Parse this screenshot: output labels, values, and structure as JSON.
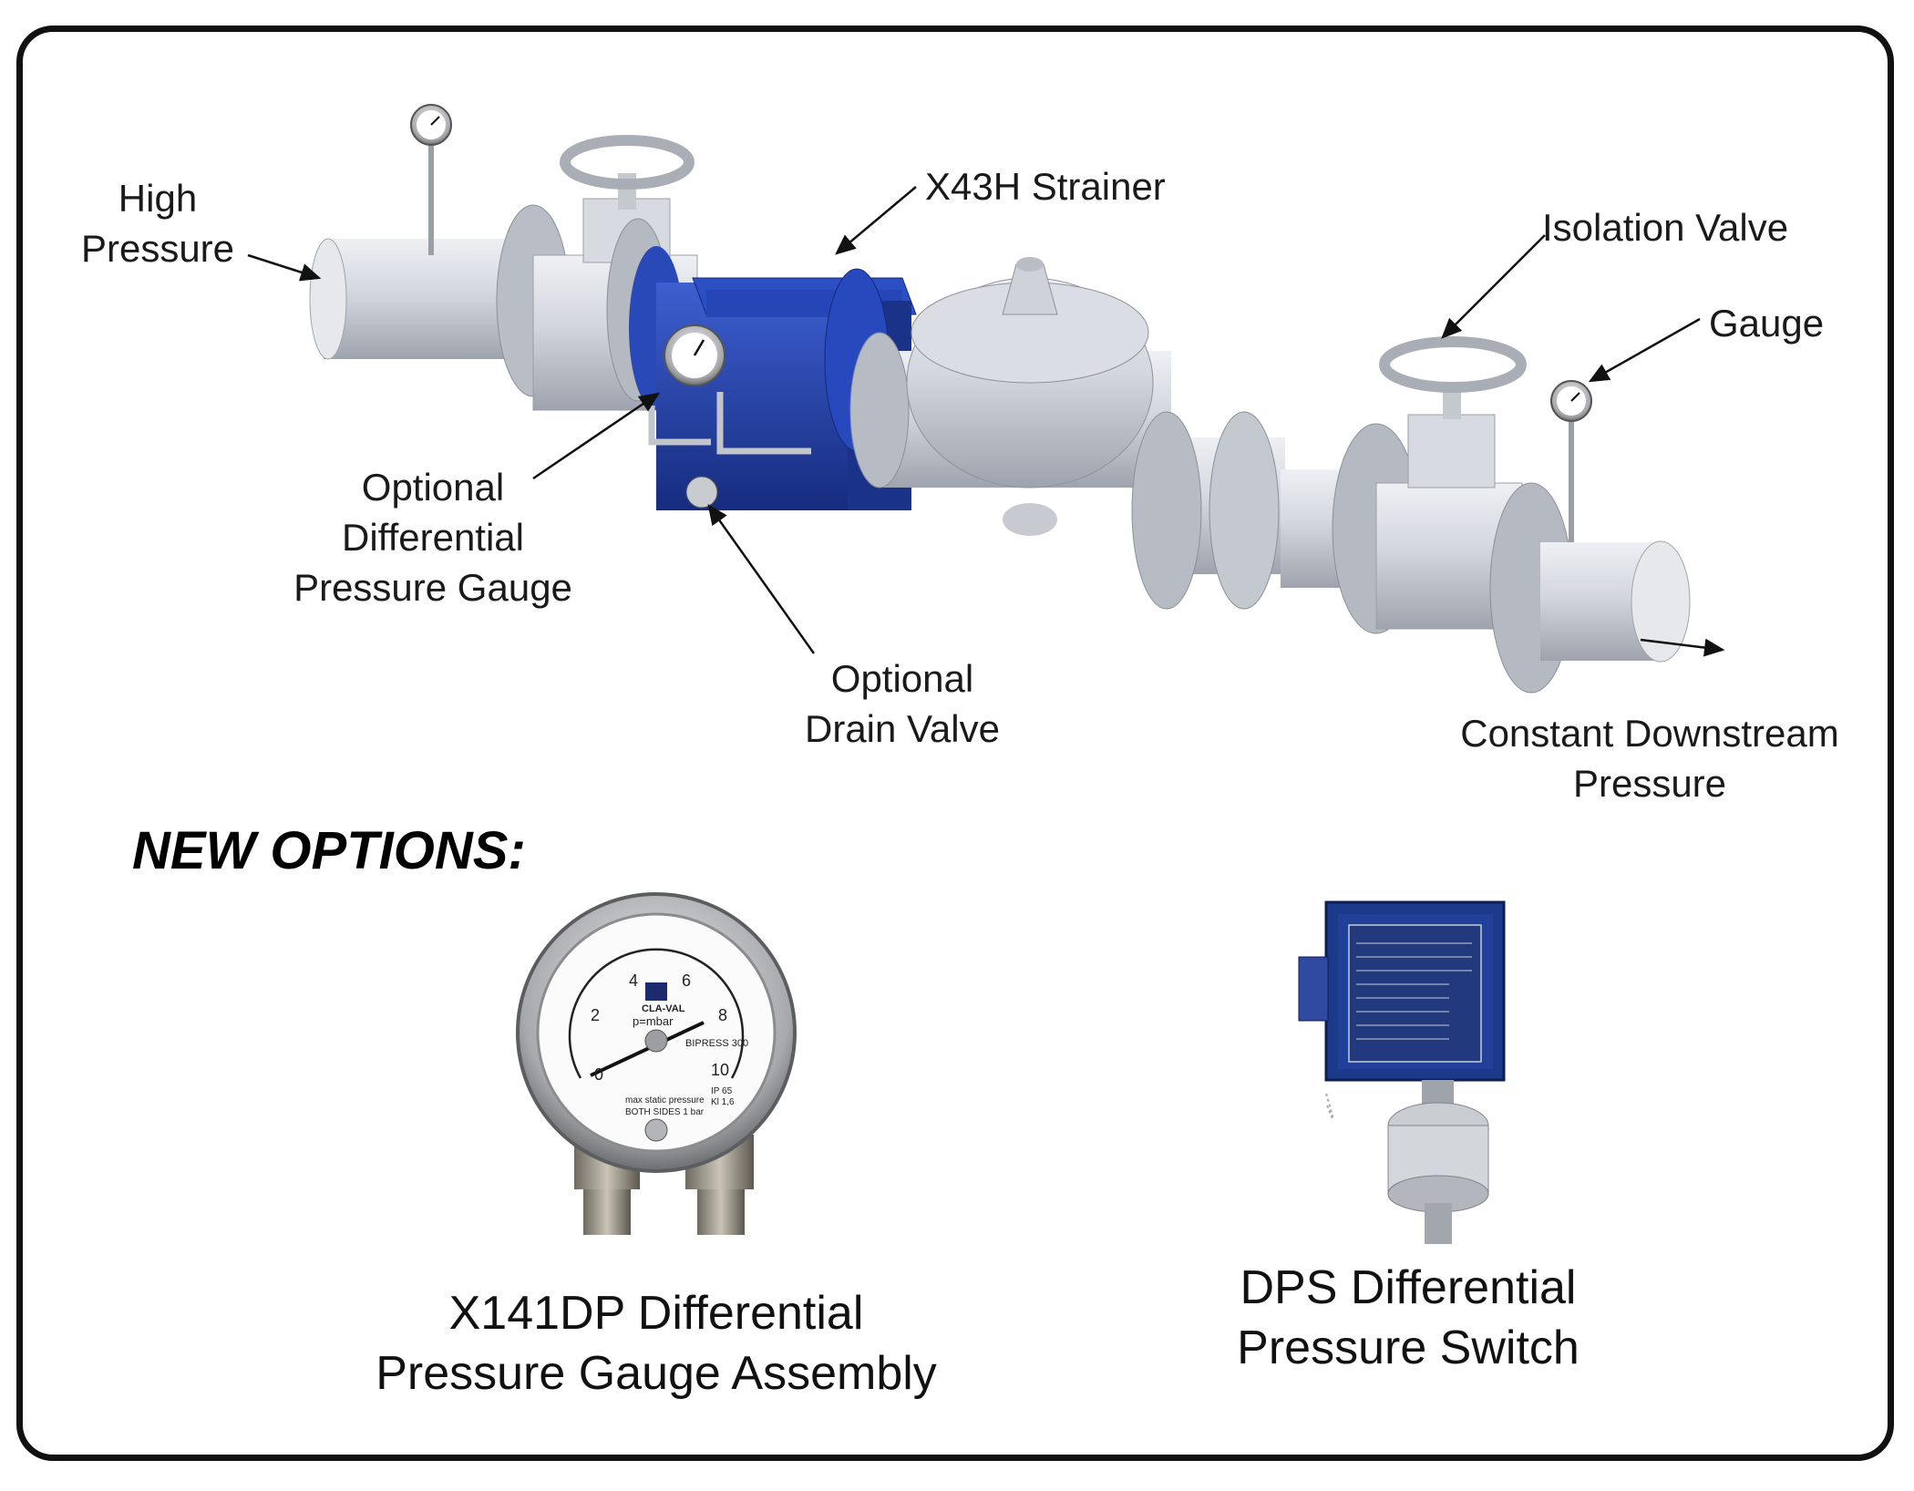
{
  "labels": {
    "high_pressure": [
      "High",
      "Pressure"
    ],
    "strainer": "X43H Strainer",
    "isolation_valve": "Isolation Valve",
    "gauge": "Gauge",
    "diff_gauge": [
      "Optional",
      "Differential",
      "Pressure Gauge"
    ],
    "drain_valve": [
      "Optional",
      "Drain Valve"
    ],
    "downstream": [
      "Constant Downstream",
      "Pressure"
    ]
  },
  "new_options": {
    "heading": "NEW OPTIONS:",
    "gauge_caption": [
      "X141DP Differential",
      "Pressure Gauge Assembly"
    ],
    "switch_caption": [
      "DPS Differential",
      "Pressure Switch"
    ]
  },
  "gauge_face": {
    "ticks": [
      "0",
      "2",
      "4",
      "6",
      "8",
      "10"
    ],
    "brand": "CLA-VAL",
    "unit": "p=mbar",
    "model": "BIPRESS 300",
    "note1": "max static pressure",
    "note2": "BOTH SIDES 1 bar",
    "ip": "IP 65",
    "class": "Kl 1,6"
  },
  "colors": {
    "pipe": "#c9cdd6",
    "strainer_blue": "#1f3fa8",
    "switch_blue": "#1c3a8a",
    "steel": "#b8bcc2"
  }
}
